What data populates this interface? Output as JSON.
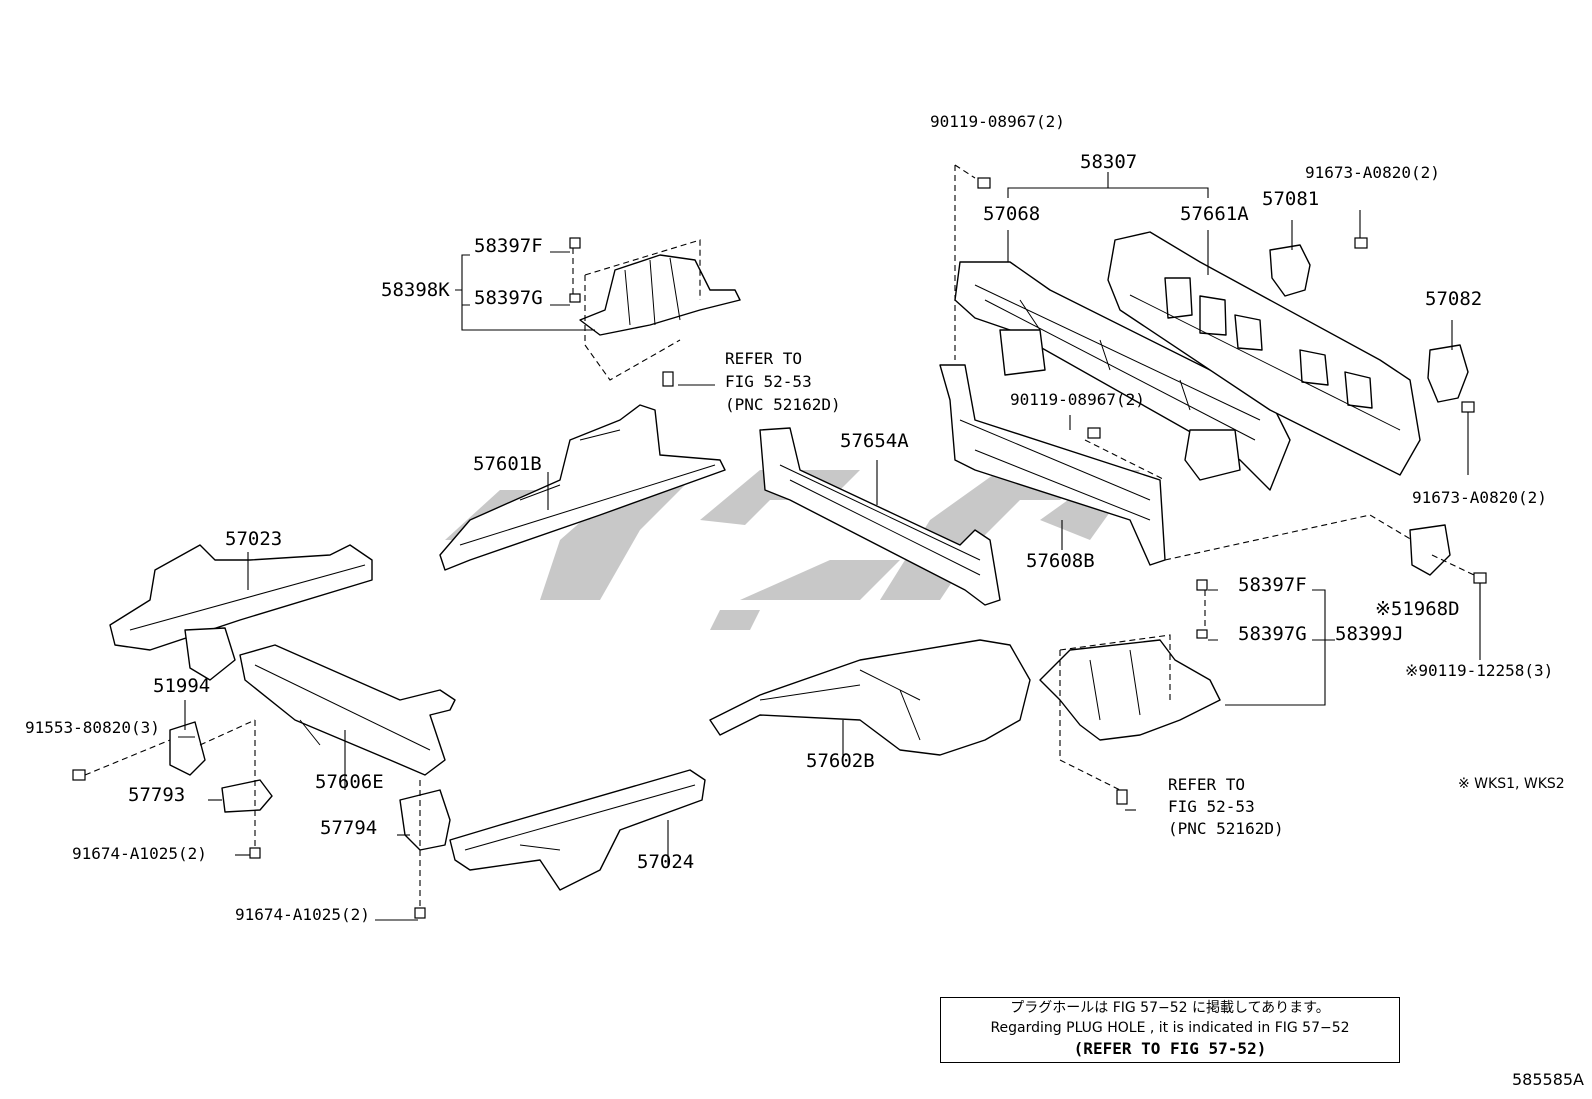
{
  "labels": {
    "p58307": "58307",
    "p90119_08967_top": "90119-08967(2)",
    "p57068": "57068",
    "p57661A": "57661A",
    "p57081": "57081",
    "p91673_top": "91673-A0820(2)",
    "p57082": "57082",
    "p91673_bottom": "91673-A0820(2)",
    "p90119_08967_mid": "90119-08967(2)",
    "p58397F_top": "58397F",
    "p58398K": "58398K",
    "p58397G_top": "58397G",
    "refer_top_1": "REFER TO",
    "refer_top_2": "FIG 52-53",
    "refer_top_3": "(PNC 52162D)",
    "p57601B": "57601B",
    "p57654A": "57654A",
    "p57608B": "57608B",
    "p57023": "57023",
    "p51994": "51994",
    "p91553": "91553-80820(3)",
    "p57793": "57793",
    "p57606E": "57606E",
    "p91674_left": "91674-A1025(2)",
    "p57794": "57794",
    "p91674_bottom": "91674-A1025(2)",
    "p57024": "57024",
    "p57602B": "57602B",
    "p58397F_right": "58397F",
    "p58397G_right": "58397G",
    "p58399J": "58399J",
    "p51968D": "※51968D",
    "p90119_12258": "※90119-12258(3)",
    "refer_bot_1": "REFER TO",
    "refer_bot_2": "FIG 52-53",
    "refer_bot_3": "(PNC 52162D)"
  },
  "note": {
    "line1": "プラグホールは FIG 57−52 に掲載してあります。",
    "line2": "Regarding PLUG HOLE , it is indicated in FIG 57−52",
    "line3": "(REFER TO FIG 57-52)"
  },
  "wks_note": "※ WKS1, WKS2",
  "sheet_id": "585585A"
}
